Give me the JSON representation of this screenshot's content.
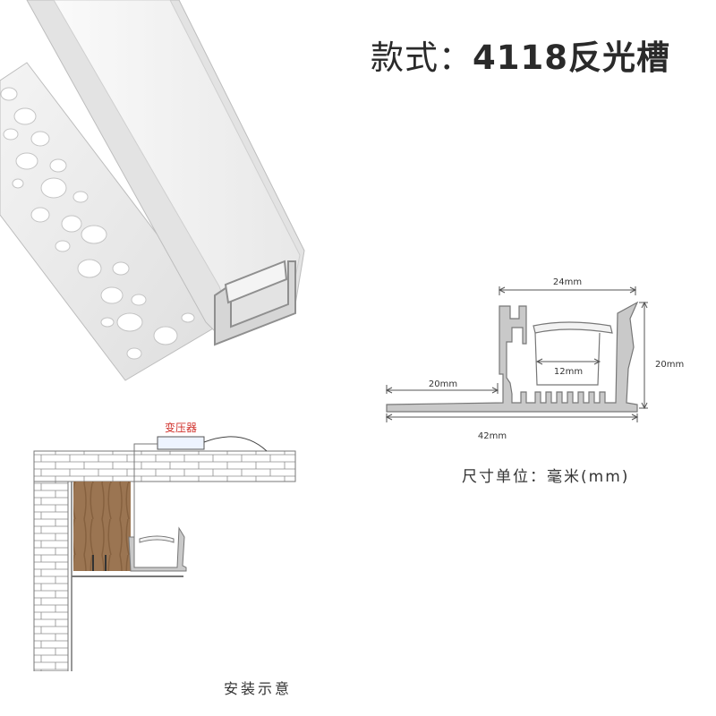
{
  "title": {
    "prefix": "款式：",
    "model": "4118反光槽"
  },
  "profile_photo": {
    "description_icon": "aluminum-profile-photo"
  },
  "cross_section": {
    "dim_width": "24mm",
    "dim_height": "20mm",
    "dim_flange": "20mm",
    "dim_inner": "12mm",
    "dim_total": "42mm"
  },
  "unit_note": "尺寸单位：毫米(mm)",
  "installation": {
    "transformer_label": "变压器",
    "caption": "安装示意"
  },
  "colors": {
    "aluminum": "#c9c9c9",
    "diffuser": "#f2f2f2",
    "dimension_line": "#555555",
    "wood": "#9b7552",
    "transformer_label": "#d0302a"
  }
}
